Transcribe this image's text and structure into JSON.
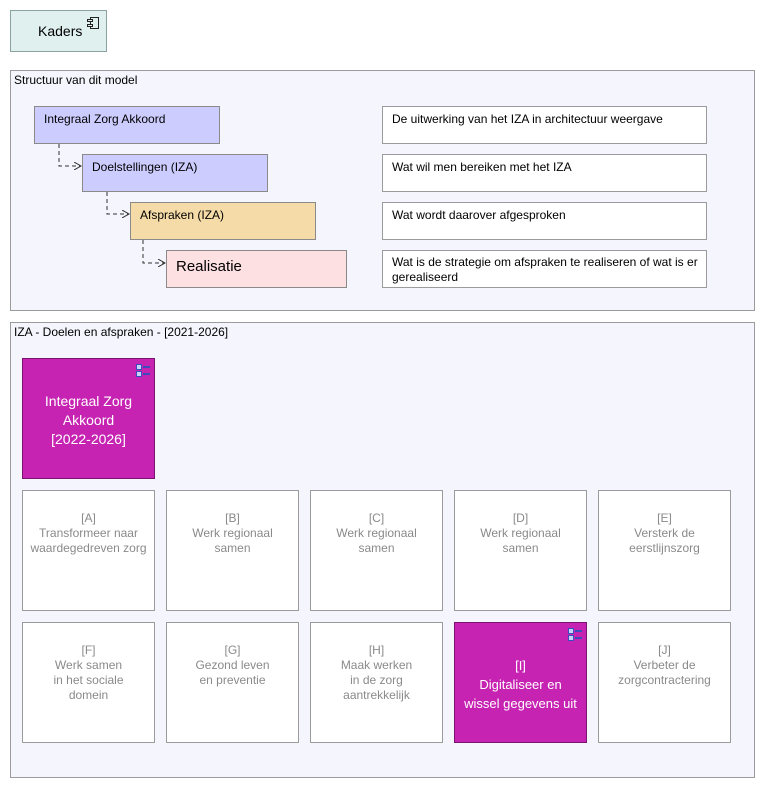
{
  "kaders": {
    "label": "Kaders",
    "icon": "component-icon"
  },
  "structure": {
    "title": "Structuur van dit model",
    "levels": [
      {
        "label": "Integraal Zorg Akkoord",
        "description": "De uitwerking van het IZA in architectuur weergave",
        "color": "#ccccff"
      },
      {
        "label": "Doelstellingen (IZA)",
        "description": "Wat wil men bereiken met het IZA",
        "color": "#ccccff"
      },
      {
        "label": "Afspraken (IZA)",
        "description": "Wat wordt daarover afgesproken",
        "color": "#f5dba7"
      },
      {
        "label": "Realisatie",
        "description": "Wat is de strategie om afspraken te realiseren of wat is er gerealiseerd",
        "color": "#fde0e2"
      }
    ]
  },
  "iza": {
    "title": "IZA - Doelen en afspraken - [2021-2026]",
    "main": {
      "lines": [
        "Integraal Zorg",
        "Akkoord",
        "[2022-2026]"
      ],
      "color": "#c623b2",
      "icon": "list-icon"
    },
    "tiles": [
      {
        "lines": [
          "[A]",
          "Transformeer naar",
          "waardegedreven zorg"
        ]
      },
      {
        "lines": [
          "[B]",
          "Werk regionaal",
          "samen"
        ]
      },
      {
        "lines": [
          "[C]",
          "Werk regionaal",
          "samen"
        ]
      },
      {
        "lines": [
          "[D]",
          "Werk regionaal",
          "samen"
        ]
      },
      {
        "lines": [
          "[E]",
          "Versterk de",
          "eerstlijnszorg"
        ]
      },
      {
        "lines": [
          "[F]",
          "Werk samen",
          "in het sociale",
          "domein"
        ]
      },
      {
        "lines": [
          "[G]",
          "Gezond leven",
          "en preventie"
        ]
      },
      {
        "lines": [
          "[H]",
          "Maak werken",
          "in de zorg",
          "aantrekkelijk"
        ]
      },
      {
        "lines": [
          "[I]",
          "Digitaliseer en",
          "wissel gegevens uit"
        ],
        "highlight": true,
        "icon": "list-icon"
      },
      {
        "lines": [
          "[J]",
          "Verbeter de",
          "zorgcontractering"
        ]
      }
    ]
  }
}
